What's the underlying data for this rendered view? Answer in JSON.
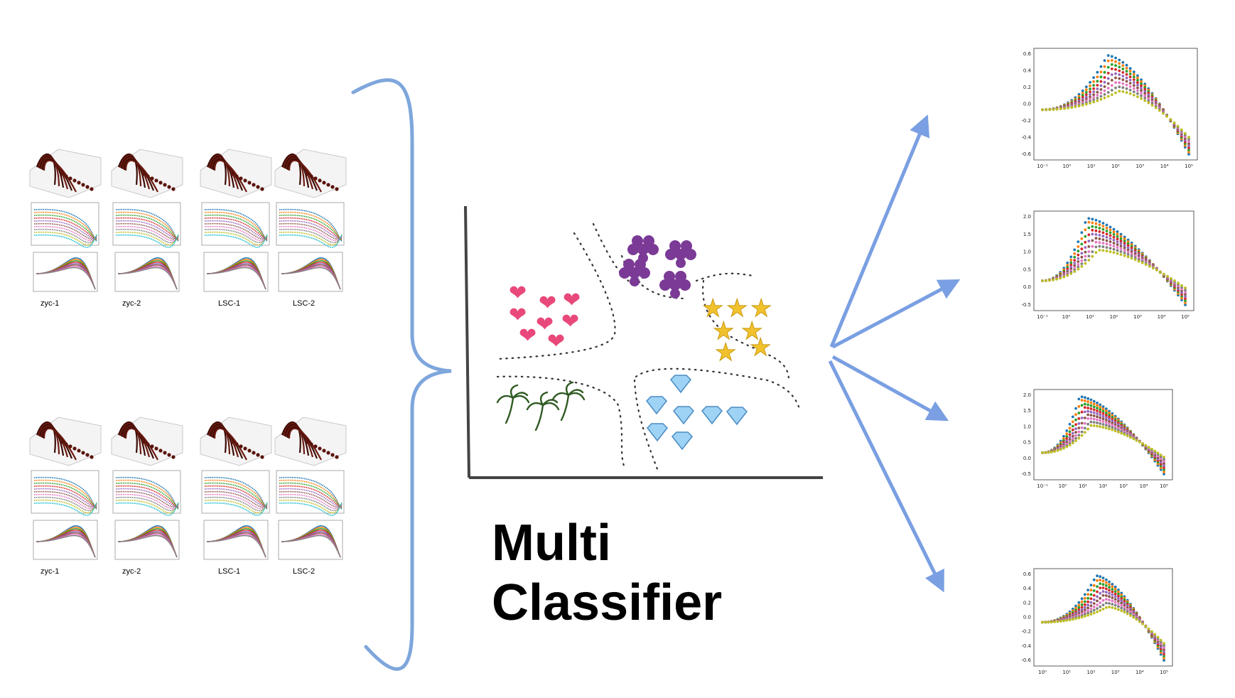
{
  "title": {
    "line1": "Multi",
    "line2": "Classifier"
  },
  "input_panels": [
    {
      "labels": [
        "zyc-1",
        "zyc-2",
        "LSC-1",
        "LSC-2"
      ]
    },
    {
      "labels": [
        "zyc-1",
        "zyc-2",
        "LSC-1",
        "LSC-2"
      ]
    }
  ],
  "clusters": [
    {
      "name": "hearts",
      "glyph": "❤",
      "color": "#e8497a"
    },
    {
      "name": "grapes",
      "glyph": "●",
      "color": "#7b3a96"
    },
    {
      "name": "stars",
      "glyph": "★",
      "color": "#f2c22e"
    },
    {
      "name": "palms",
      "glyph": "🌴",
      "color": "#3a6b2a"
    },
    {
      "name": "diamonds",
      "glyph": "◆",
      "color": "#8cc8f0"
    }
  ],
  "output_plots": [
    {
      "yticks": [
        "0.6",
        "0.4",
        "0.2",
        "0.0",
        "-0.2",
        "-0.4",
        "-0.6"
      ],
      "xticks": [
        "10⁻¹",
        "10⁰",
        "10¹",
        "10²",
        "10³",
        "10⁴",
        "10⁵"
      ]
    },
    {
      "yticks": [
        "2.0",
        "1.5",
        "1.0",
        "0.5",
        "0.0",
        "-0.5"
      ],
      "xticks": [
        "10⁻¹",
        "10⁰",
        "10¹",
        "10²",
        "10³",
        "10⁴",
        "10⁵"
      ]
    },
    {
      "yticks": [
        "2.0",
        "1.5",
        "1.0",
        "0.5",
        "0.0",
        "-0.5"
      ],
      "xticks": [
        "10⁻¹",
        "10⁰",
        "10¹",
        "10²",
        "10³",
        "10⁴",
        "10⁵"
      ]
    },
    {
      "yticks": [
        "0.6",
        "0.4",
        "0.2",
        "0.0",
        "-0.2",
        "-0.4",
        "-0.6"
      ],
      "xticks": [
        "10⁰",
        "10¹",
        "10²",
        "10³",
        "10⁴",
        "10⁵"
      ]
    }
  ],
  "colors": {
    "brace": "#7ea6dc",
    "arrow": "#7a9fe2",
    "axis": "#444444",
    "dots": "#333333"
  }
}
